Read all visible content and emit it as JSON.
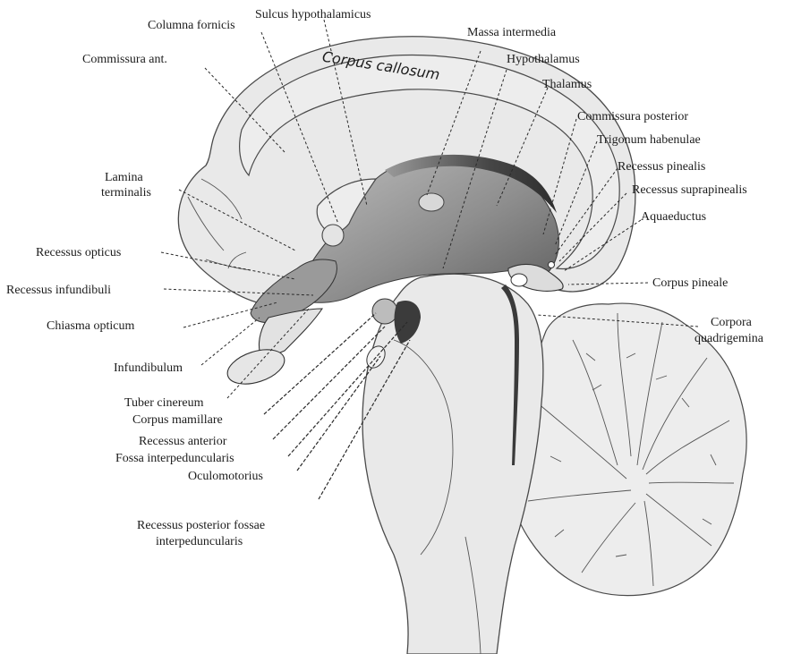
{
  "figure": {
    "structure_name": "Corpus callosum",
    "labels_left": [
      {
        "id": "columna-fornicis",
        "text": "Columna fornicis"
      },
      {
        "id": "commissura-ant",
        "text": "Commissura ant."
      },
      {
        "id": "lamina-terminalis-1",
        "text": "Lamina"
      },
      {
        "id": "lamina-terminalis-2",
        "text": "terminalis"
      },
      {
        "id": "recessus-opticus",
        "text": "Recessus opticus"
      },
      {
        "id": "recessus-infundibuli",
        "text": "Recessus infundibuli"
      },
      {
        "id": "chiasma-opticum",
        "text": "Chiasma opticum"
      },
      {
        "id": "infundibulum",
        "text": "Infundibulum"
      },
      {
        "id": "tuber-cinereum",
        "text": "Tuber cinereum"
      },
      {
        "id": "corpus-mamillare",
        "text": "Corpus mamillare"
      },
      {
        "id": "recessus-anterior",
        "text": "Recessus anterior"
      },
      {
        "id": "fossa-interpeduncularis",
        "text": "Fossa interpeduncularis"
      },
      {
        "id": "oculomotorius",
        "text": "Oculomotorius"
      },
      {
        "id": "recessus-posterior-1",
        "text": "Recessus posterior fossae"
      },
      {
        "id": "recessus-posterior-2",
        "text": "interpeduncularis"
      }
    ],
    "labels_top": [
      {
        "id": "sulcus-hypothalamicus",
        "text": "Sulcus hypothalamicus"
      },
      {
        "id": "massa-intermedia",
        "text": "Massa intermedia"
      },
      {
        "id": "hypothalamus",
        "text": "Hypothalamus"
      },
      {
        "id": "thalamus",
        "text": "Thalamus"
      }
    ],
    "labels_right": [
      {
        "id": "commissura-posterior",
        "text": "Commissura posterior"
      },
      {
        "id": "trigonum-habenulae",
        "text": "Trigonum habenulae"
      },
      {
        "id": "recessus-pinealis",
        "text": "Recessus pinealis"
      },
      {
        "id": "recessus-suprapinealis",
        "text": "Recessus suprapinealis"
      },
      {
        "id": "aquaeductus",
        "text": "Aquaeductus"
      },
      {
        "id": "corpus-pineale",
        "text": "Corpus pineale"
      },
      {
        "id": "corpora-quadrigemina-1",
        "text": "Corpora"
      },
      {
        "id": "corpora-quadrigemina-2",
        "text": "quadrigemina"
      }
    ]
  },
  "colors": {
    "background": "#ffffff",
    "tissue_light": "#e9e9e9",
    "ventricle_shade": "#8f8f8f",
    "ventricle_dark": "#555555",
    "ink": "#1c1c1c"
  }
}
